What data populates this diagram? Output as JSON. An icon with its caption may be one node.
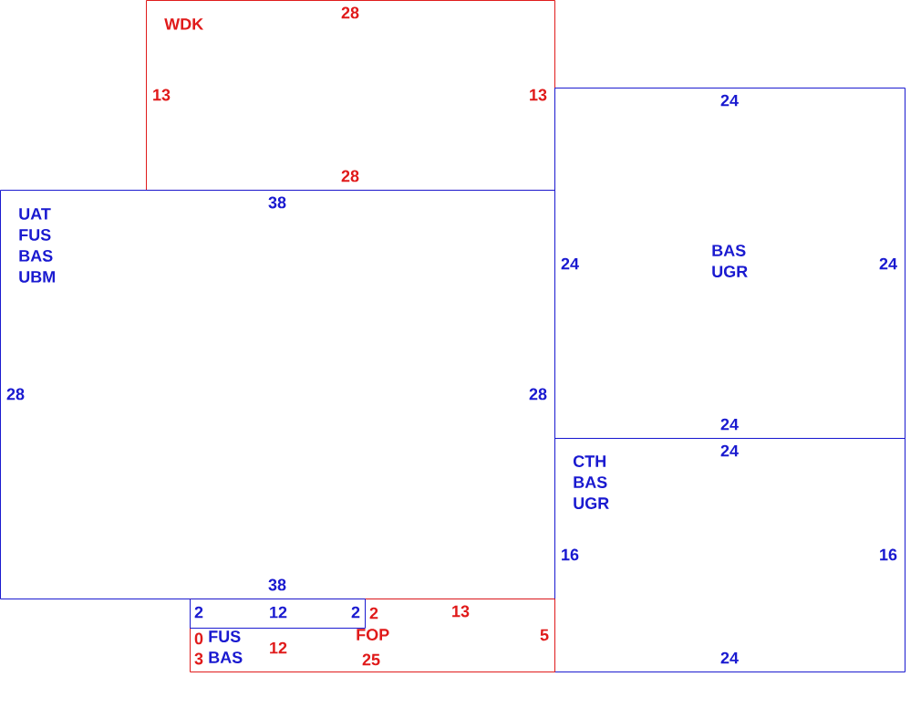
{
  "diagram": {
    "nodes": [
      {
        "text": [
          "WDK",
          "28",
          "13",
          "13",
          "28"
        ]
      },
      {
        "text": [
          "UAT FUS BAS UBM",
          "38",
          "28",
          "28",
          "38"
        ]
      },
      {
        "text": [
          "BAS UGR",
          "24",
          "24",
          "24",
          "24"
        ]
      },
      {
        "text": [
          "CTH BAS UGR",
          "24",
          "16",
          "16",
          "24"
        ]
      },
      {
        "text": [
          "FOP",
          "2",
          "13",
          "0",
          "12",
          "5",
          "3",
          "25"
        ]
      },
      {
        "text": [
          "FUS BAS",
          "2",
          "12",
          "2"
        ],
        "in": 4
      }
    ]
  }
}
